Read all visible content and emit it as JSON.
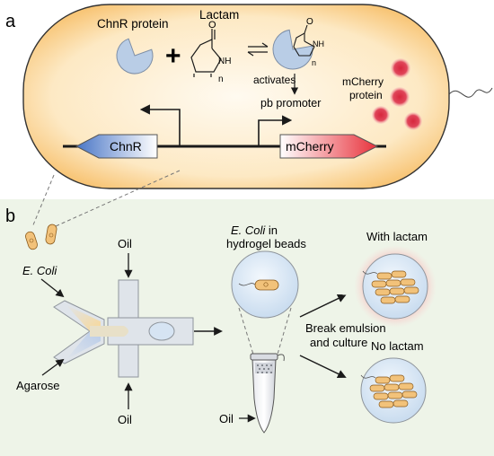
{
  "panel_a": {
    "letter": "a",
    "chnr_protein_label": "ChnR protein",
    "lactam_label": "Lactam",
    "plus_sign": "+",
    "ring_o": "O",
    "ring_nh": "NH",
    "ring_n": "n",
    "activates_label": "activates",
    "promoter_label": "pb promoter",
    "mcherry_protein_label": "mCherry protein",
    "gene_left_label": "ChnR",
    "gene_right_label": "mCherry",
    "colors": {
      "cell_fill": "#fde7bf",
      "cell_edge": "#f3a93c",
      "chnr_gene": "#4a76c6",
      "mcherry_gene": "#e8323c",
      "mcherry_protein": "#d7263d",
      "protein_fill": "#b9cde6"
    }
  },
  "panel_b": {
    "letter": "b",
    "ecoli_label": "E. Coli",
    "oil_top_label": "Oil",
    "oil_bottom_label": "Oil",
    "agarose_label": "Agarose",
    "beads_label_italic": "E. Coli",
    "beads_label_rest": " in",
    "beads_label_line2": "hydrogel beads",
    "break_label_line1": "Break emulsion",
    "break_label_line2": "and culture",
    "with_lactam_label": "With lactam",
    "no_lactam_label": "No lactam",
    "oil_tube_label": "Oil",
    "colors": {
      "background": "#eef4e8",
      "channel": "#dfe4ea",
      "agarose_stream": "#c5d5ef",
      "ecoli_stream": "#fbe2b0",
      "bead_fill": "#d6e6f5",
      "glow": "#f4a3a3",
      "cell": "#f2c27a"
    }
  }
}
